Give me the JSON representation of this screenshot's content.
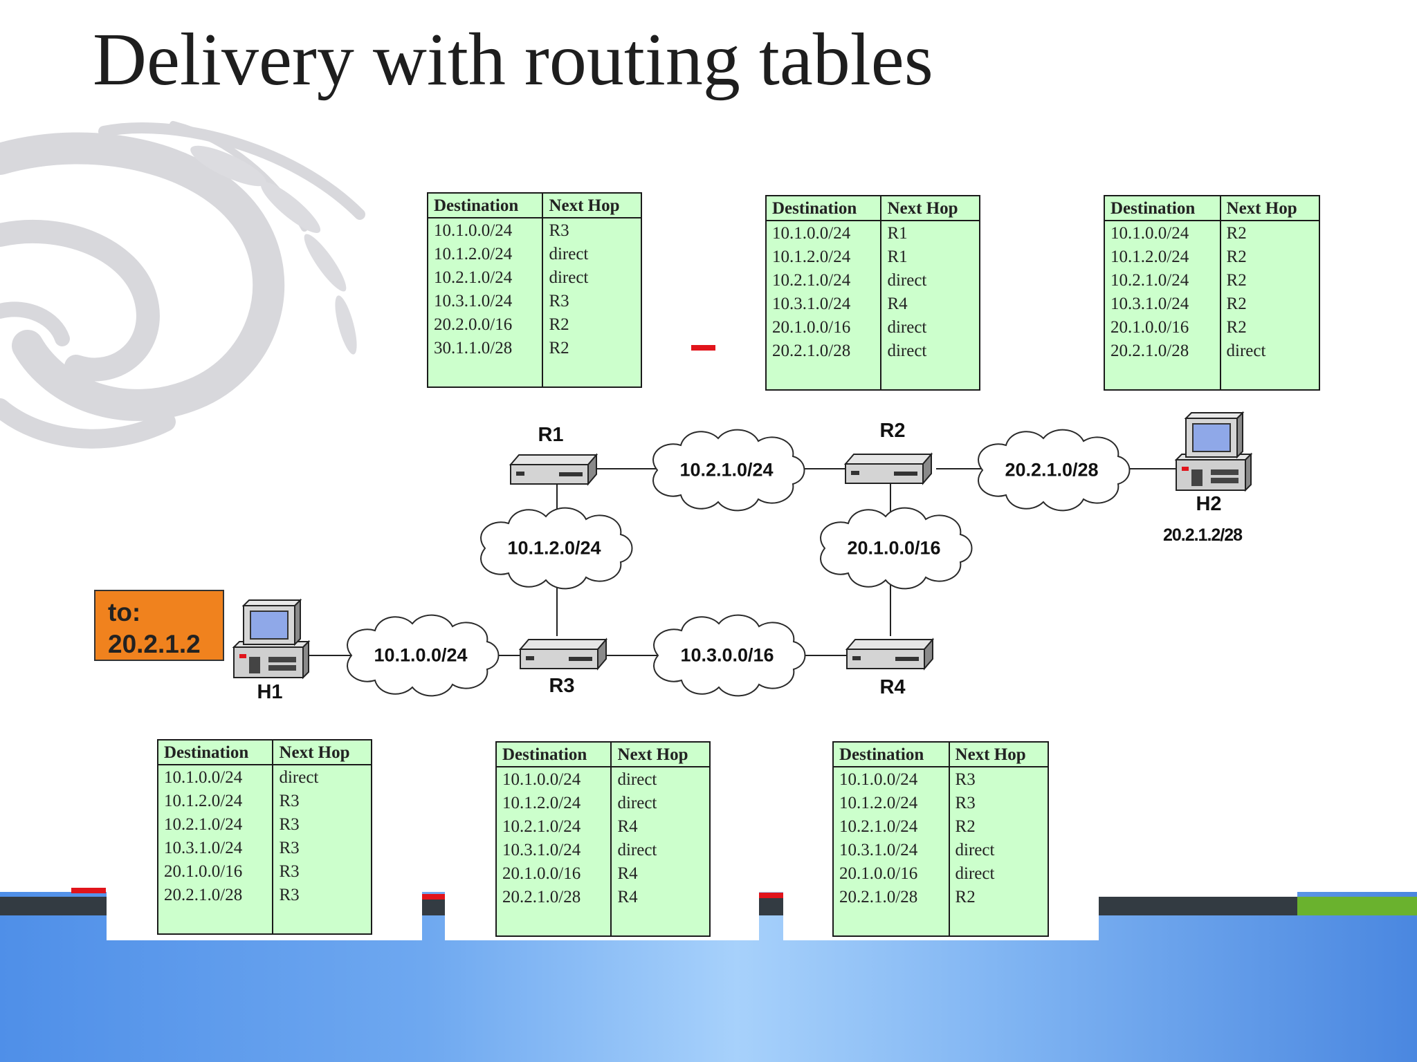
{
  "title": "Delivery with routing tables",
  "colors": {
    "table_fill": "#ccffcc",
    "to_box": "#f0821e",
    "accent_red": "#e1141b",
    "bar_dark": "#333b42",
    "bar_green": "#6ab22e"
  },
  "packet": {
    "line1": "to:",
    "line2": "20.2.1.2"
  },
  "nodes": {
    "R1": "R1",
    "R2": "R2",
    "R3": "R3",
    "R4": "R4",
    "H1": "H1",
    "H2": "H2",
    "H2_addr": "20.2.1.2/28"
  },
  "networks": {
    "n_10_2": "10.2.1.0/24",
    "n_20_2": "20.2.1.0/28",
    "n_10_1_2": "10.1.2.0/24",
    "n_20_1": "20.1.0.0/16",
    "n_10_1_0": "10.1.0.0/24",
    "n_10_3": "10.3.0.0/16"
  },
  "tables": {
    "r1": {
      "header": {
        "dest": "Destination",
        "hop": "Next Hop"
      },
      "rows": [
        {
          "dest": "10.1.0.0/24",
          "hop": "R3"
        },
        {
          "dest": "10.1.2.0/24",
          "hop": "direct"
        },
        {
          "dest": "10.2.1.0/24",
          "hop": "direct"
        },
        {
          "dest": "10.3.1.0/24",
          "hop": "R3"
        },
        {
          "dest": "20.2.0.0/16",
          "hop": "R2"
        },
        {
          "dest": "30.1.1.0/28",
          "hop": "R2"
        }
      ]
    },
    "r2": {
      "header": {
        "dest": "Destination",
        "hop": "Next Hop"
      },
      "rows": [
        {
          "dest": "10.1.0.0/24",
          "hop": "R1"
        },
        {
          "dest": "10.1.2.0/24",
          "hop": "R1"
        },
        {
          "dest": "10.2.1.0/24",
          "hop": "direct"
        },
        {
          "dest": "10.3.1.0/24",
          "hop": "R4"
        },
        {
          "dest": "20.1.0.0/16",
          "hop": "direct"
        },
        {
          "dest": "20.2.1.0/28",
          "hop": "direct"
        }
      ]
    },
    "h2": {
      "header": {
        "dest": "Destination",
        "hop": "Next Hop"
      },
      "rows": [
        {
          "dest": "10.1.0.0/24",
          "hop": "R2"
        },
        {
          "dest": "10.1.2.0/24",
          "hop": "R2"
        },
        {
          "dest": "10.2.1.0/24",
          "hop": "R2"
        },
        {
          "dest": "10.3.1.0/24",
          "hop": "R2"
        },
        {
          "dest": "20.1.0.0/16",
          "hop": "R2"
        },
        {
          "dest": "20.2.1.0/28",
          "hop": "direct"
        }
      ]
    },
    "h1": {
      "header": {
        "dest": "Destination",
        "hop": "Next Hop"
      },
      "rows": [
        {
          "dest": "10.1.0.0/24",
          "hop": "direct"
        },
        {
          "dest": "10.1.2.0/24",
          "hop": "R3"
        },
        {
          "dest": "10.2.1.0/24",
          "hop": "R3"
        },
        {
          "dest": "10.3.1.0/24",
          "hop": "R3"
        },
        {
          "dest": "20.1.0.0/16",
          "hop": "R3"
        },
        {
          "dest": "20.2.1.0/28",
          "hop": "R3"
        }
      ]
    },
    "r3": {
      "header": {
        "dest": "Destination",
        "hop": "Next Hop"
      },
      "rows": [
        {
          "dest": "10.1.0.0/24",
          "hop": "direct"
        },
        {
          "dest": "10.1.2.0/24",
          "hop": "direct"
        },
        {
          "dest": "10.2.1.0/24",
          "hop": "R4"
        },
        {
          "dest": "10.3.1.0/24",
          "hop": "direct"
        },
        {
          "dest": "20.1.0.0/16",
          "hop": "R4"
        },
        {
          "dest": "20.2.1.0/28",
          "hop": "R4"
        }
      ]
    },
    "r4": {
      "header": {
        "dest": "Destination",
        "hop": "Next Hop"
      },
      "rows": [
        {
          "dest": "10.1.0.0/24",
          "hop": "R3"
        },
        {
          "dest": "10.1.2.0/24",
          "hop": "R3"
        },
        {
          "dest": "10.2.1.0/24",
          "hop": "R2"
        },
        {
          "dest": "10.3.1.0/24",
          "hop": "direct"
        },
        {
          "dest": "20.1.0.0/16",
          "hop": "direct"
        },
        {
          "dest": "20.2.1.0/28",
          "hop": "R2"
        }
      ]
    }
  }
}
